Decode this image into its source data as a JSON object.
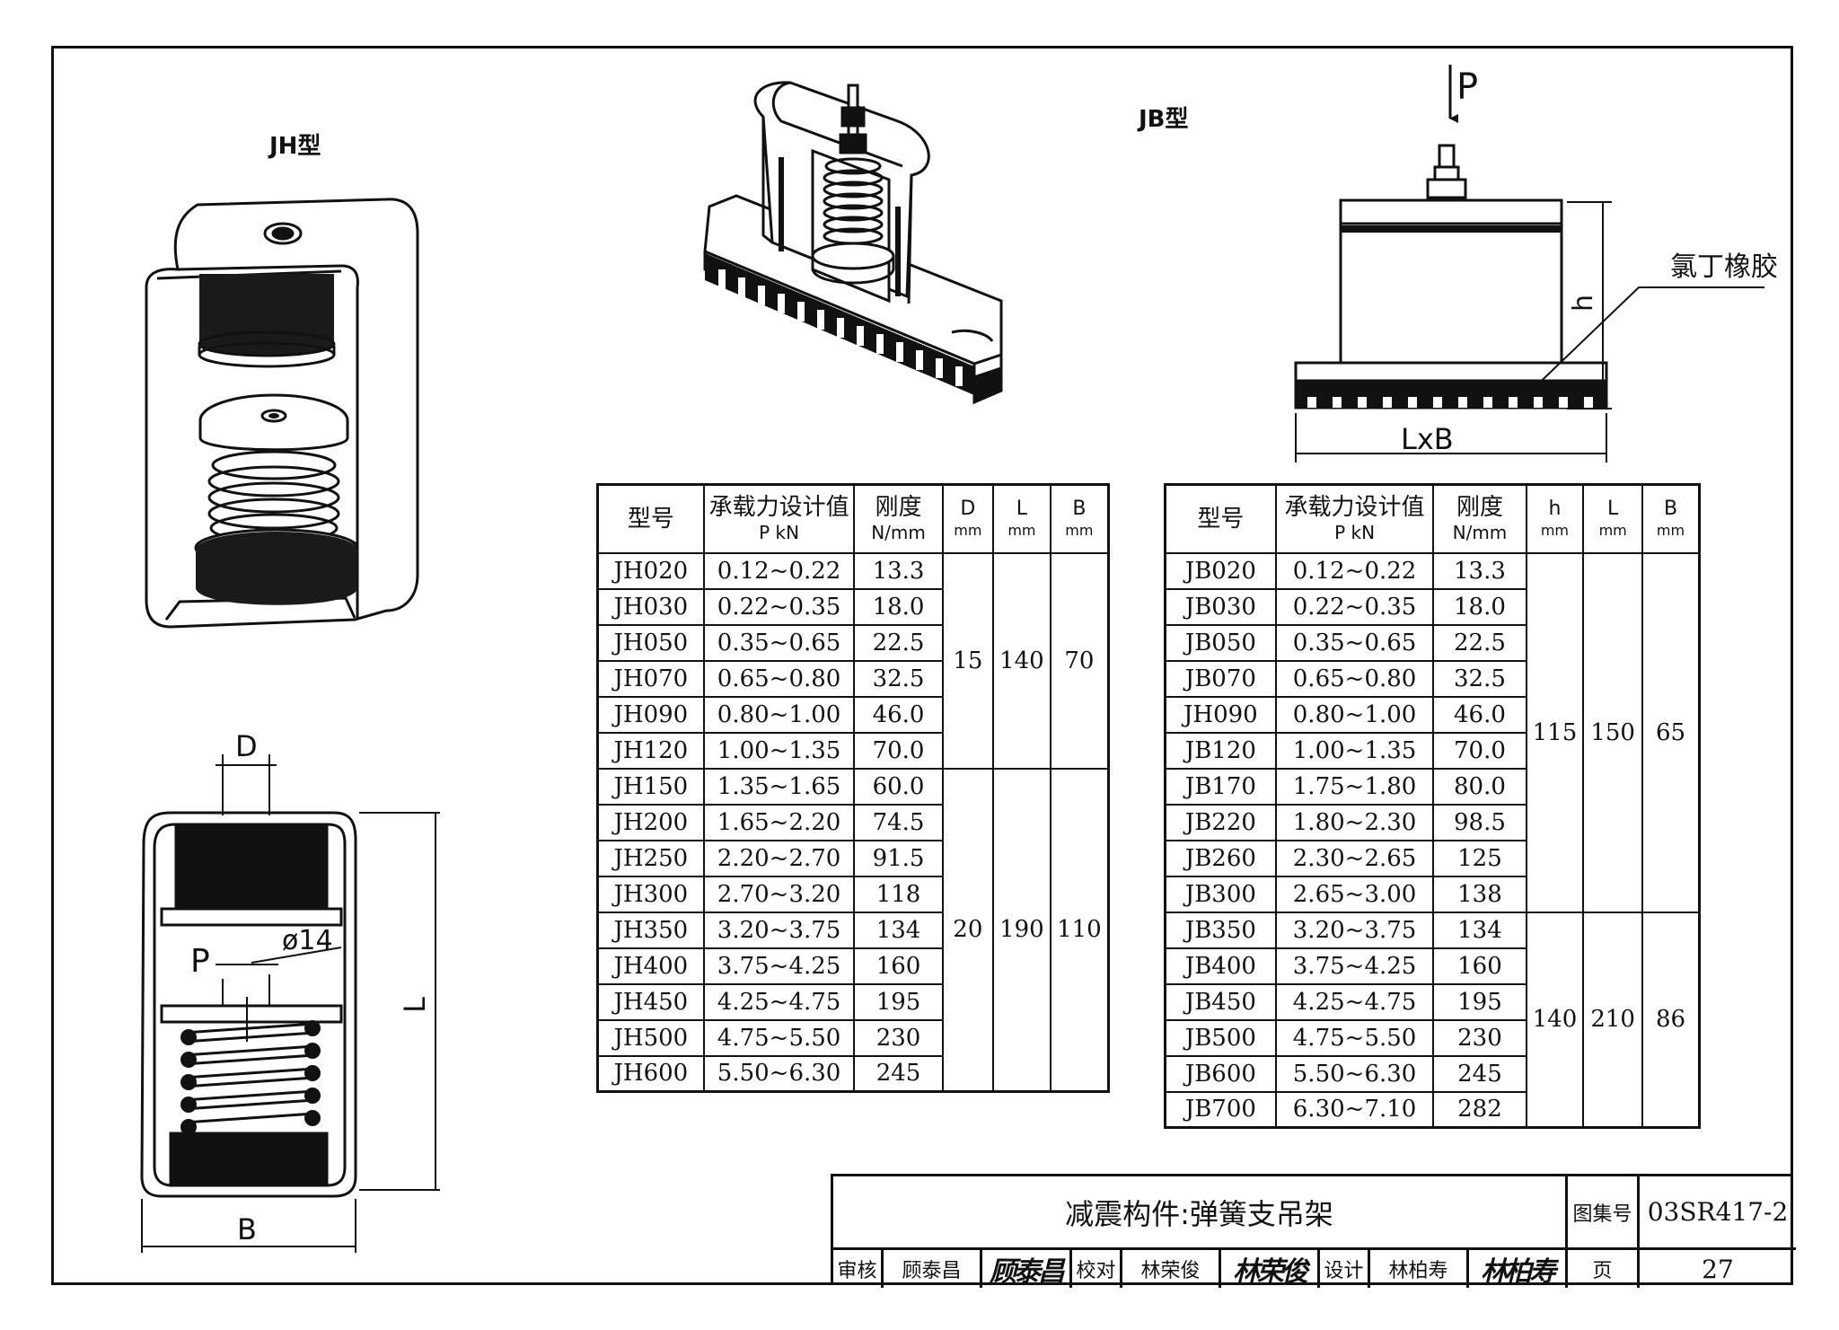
{
  "labels": {
    "jh_type": "JH型",
    "jb_type": "JB型",
    "load_arrow": "P",
    "rubber_note": "氯丁橡胶",
    "dim_h": "h",
    "dim_lxb": "LxB",
    "dim_D": "D",
    "dim_phi14": "ø14",
    "dim_P": "P",
    "dim_L": "L",
    "dim_B": "B"
  },
  "jh_table": {
    "headers": [
      {
        "line1": "型号",
        "line2": ""
      },
      {
        "line1": "承载力设计值",
        "line2": "P  kN"
      },
      {
        "line1": "刚度",
        "line2": "N/mm"
      },
      {
        "line1": "D",
        "line2": "mm"
      },
      {
        "line1": "L",
        "line2": "mm"
      },
      {
        "line1": "B",
        "line2": "mm"
      }
    ],
    "rows": [
      {
        "model": "JH020",
        "load": "0.12~0.22",
        "stiff": "13.3"
      },
      {
        "model": "JH030",
        "load": "0.22~0.35",
        "stiff": "18.0"
      },
      {
        "model": "JH050",
        "load": "0.35~0.65",
        "stiff": "22.5"
      },
      {
        "model": "JH070",
        "load": "0.65~0.80",
        "stiff": "32.5"
      },
      {
        "model": "JH090",
        "load": "0.80~1.00",
        "stiff": "46.0"
      },
      {
        "model": "JH120",
        "load": "1.00~1.35",
        "stiff": "70.0"
      },
      {
        "model": "JH150",
        "load": "1.35~1.65",
        "stiff": "60.0"
      },
      {
        "model": "JH200",
        "load": "1.65~2.20",
        "stiff": "74.5"
      },
      {
        "model": "JH250",
        "load": "2.20~2.70",
        "stiff": "91.5"
      },
      {
        "model": "JH300",
        "load": "2.70~3.20",
        "stiff": "118"
      },
      {
        "model": "JH350",
        "load": "3.20~3.75",
        "stiff": "134"
      },
      {
        "model": "JH400",
        "load": "3.75~4.25",
        "stiff": "160"
      },
      {
        "model": "JH450",
        "load": "4.25~4.75",
        "stiff": "195"
      },
      {
        "model": "JH500",
        "load": "4.75~5.50",
        "stiff": "230"
      },
      {
        "model": "JH600",
        "load": "5.50~6.30",
        "stiff": "245"
      }
    ],
    "groups": [
      {
        "d": "15",
        "l": "140",
        "b": "70"
      },
      {
        "d": "20",
        "l": "190",
        "b": "110"
      }
    ]
  },
  "jb_table": {
    "headers": [
      {
        "line1": "型号",
        "line2": ""
      },
      {
        "line1": "承载力设计值",
        "line2": "P  kN"
      },
      {
        "line1": "刚度",
        "line2": "N/mm"
      },
      {
        "line1": "h",
        "line2": "mm"
      },
      {
        "line1": "L",
        "line2": "mm"
      },
      {
        "line1": "B",
        "line2": "mm"
      }
    ],
    "rows": [
      {
        "model": "JB020",
        "load": "0.12~0.22",
        "stiff": "13.3"
      },
      {
        "model": "JB030",
        "load": "0.22~0.35",
        "stiff": "18.0"
      },
      {
        "model": "JB050",
        "load": "0.35~0.65",
        "stiff": "22.5"
      },
      {
        "model": "JB070",
        "load": "0.65~0.80",
        "stiff": "32.5"
      },
      {
        "model": "JH090",
        "load": "0.80~1.00",
        "stiff": "46.0"
      },
      {
        "model": "JB120",
        "load": "1.00~1.35",
        "stiff": "70.0"
      },
      {
        "model": "JB170",
        "load": "1.75~1.80",
        "stiff": "80.0"
      },
      {
        "model": "JB220",
        "load": "1.80~2.30",
        "stiff": "98.5"
      },
      {
        "model": "JB260",
        "load": "2.30~2.65",
        "stiff": "125"
      },
      {
        "model": "JB300",
        "load": "2.65~3.00",
        "stiff": "138"
      },
      {
        "model": "JB350",
        "load": "3.20~3.75",
        "stiff": "134"
      },
      {
        "model": "JB400",
        "load": "3.75~4.25",
        "stiff": "160"
      },
      {
        "model": "JB450",
        "load": "4.25~4.75",
        "stiff": "195"
      },
      {
        "model": "JB500",
        "load": "4.75~5.50",
        "stiff": "230"
      },
      {
        "model": "JB600",
        "load": "5.50~6.30",
        "stiff": "245"
      },
      {
        "model": "JB700",
        "load": "6.30~7.10",
        "stiff": "282"
      }
    ],
    "groups": [
      {
        "h": "115",
        "l": "150",
        "b": "65"
      },
      {
        "h": "140",
        "l": "210",
        "b": "86"
      }
    ]
  },
  "title_block": {
    "title": "减震构件:弹簧支吊架",
    "atlas_label": "图集号",
    "atlas_no": "03SR417-2",
    "review_label": "审核",
    "review_name": "顾泰昌",
    "review_sig": "顾泰昌",
    "check_label": "校对",
    "check_name": "林荣俊",
    "check_sig": "林荣俊",
    "design_label": "设计",
    "design_name": "林柏寿",
    "design_sig": "林柏寿",
    "page_label": "页",
    "page_no": "27"
  }
}
